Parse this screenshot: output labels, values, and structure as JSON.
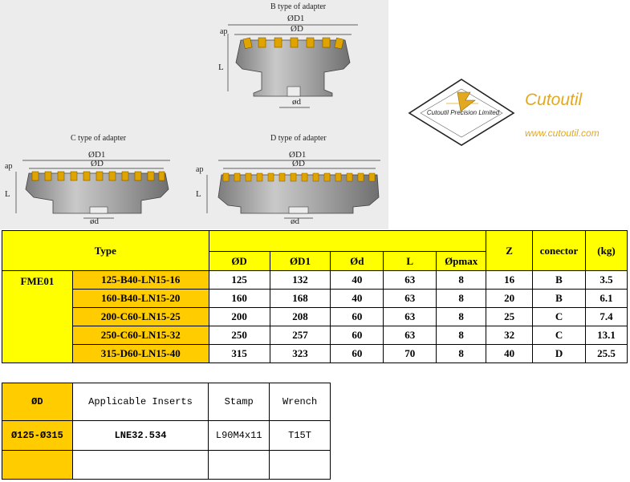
{
  "drawings": {
    "b_title": "B type of adapter",
    "c_title": "C type of adapter",
    "d_title": "D type of adapter",
    "dim_D1": "ØD1",
    "dim_D": "ØD",
    "dim_ap": "ap",
    "dim_L": "L",
    "dim_d": "ød"
  },
  "brand": {
    "name": "Cutoutil",
    "badge": "Cutoutil Precision Limited",
    "url": "www.cutoutil.com"
  },
  "spec_table": {
    "type_header": "Type",
    "columns": [
      "ØD",
      "ØD1",
      "Ød",
      "L",
      "Øpmax"
    ],
    "col_z": "Z",
    "col_conector": "conector",
    "col_kg": "(kg)",
    "series": "FME01",
    "rows": [
      {
        "model": "125-B40-LN15-16",
        "D": "125",
        "D1": "132",
        "d": "40",
        "L": "63",
        "pmax": "8",
        "Z": "16",
        "conector": "B",
        "kg": "3.5"
      },
      {
        "model": "160-B40-LN15-20",
        "D": "160",
        "D1": "168",
        "d": "40",
        "L": "63",
        "pmax": "8",
        "Z": "20",
        "conector": "B",
        "kg": "6.1"
      },
      {
        "model": "200-C60-LN15-25",
        "D": "200",
        "D1": "208",
        "d": "60",
        "L": "63",
        "pmax": "8",
        "Z": "25",
        "conector": "C",
        "kg": "7.4"
      },
      {
        "model": "250-C60-LN15-32",
        "D": "250",
        "D1": "257",
        "d": "60",
        "L": "63",
        "pmax": "8",
        "Z": "32",
        "conector": "C",
        "kg": "13.1"
      },
      {
        "model": "315-D60-LN15-40",
        "D": "315",
        "D1": "323",
        "d": "60",
        "L": "70",
        "pmax": "8",
        "Z": "40",
        "conector": "D",
        "kg": "25.5"
      }
    ]
  },
  "inserts_table": {
    "headers": [
      "ØD",
      "Applicable Inserts",
      "Stamp",
      "Wrench"
    ],
    "row": {
      "range": "Ø125-Ø315",
      "insert": "LNE32.534",
      "stamp": "L90M4x11",
      "wrench": "T15T"
    }
  },
  "colors": {
    "yellow": "#ffff00",
    "orange": "#ffcc00",
    "brand": "#e2a820"
  }
}
